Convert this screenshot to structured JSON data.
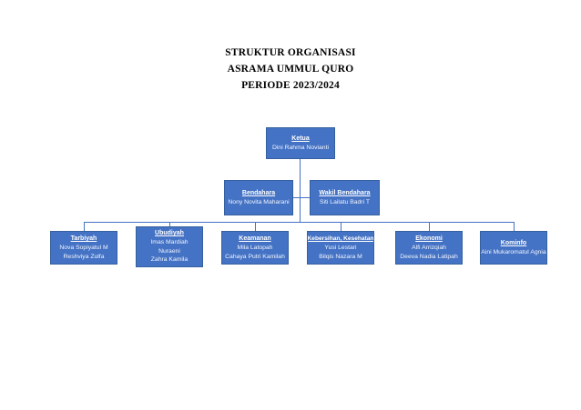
{
  "doc": {
    "title_lines": [
      "STRUKTUR ORGANISASI",
      "ASRAMA UMMUL QURO",
      "PERIODE 2023/2024"
    ]
  },
  "colors": {
    "box_fill": "#4472C4",
    "box_border": "#35609E",
    "box_text": "#FFFFFF",
    "connector": "#4472C4",
    "page_background": "#FFFFFF",
    "title_text": "#000000"
  },
  "org": {
    "ketua": {
      "title": "Ketua",
      "members": [
        "Dini Rahma Novianti"
      ]
    },
    "bendahara": {
      "title": "Bendahara",
      "members": [
        "Nony Novita Maharani"
      ]
    },
    "wakil_bendahara": {
      "title": "Wakil Bendahara",
      "members": [
        "Siti Lailatu Badri T"
      ]
    },
    "divisions": [
      {
        "title": "Tarbiyah",
        "members": [
          "Nova Sopiyatul M",
          "Reshviya Zulfa"
        ]
      },
      {
        "title": "Ubudiyah",
        "members": [
          "Imas Mardiah",
          "Nuraeni",
          "Zahra Kamila"
        ]
      },
      {
        "title": "Keamanan",
        "members": [
          "Mila Latopah",
          "Cahaya Putri Kamilah"
        ]
      },
      {
        "title": "Kebersihan, Kesehatan",
        "members": [
          "Yusi Lestari",
          "Bilqis Nazara M"
        ]
      },
      {
        "title": "Ekonomi",
        "members": [
          "Alfi Arrizqiah",
          "Deeva Nadia Latipah"
        ]
      },
      {
        "title": "Kominfo",
        "members": [
          "Aini Mukaromatul Agnia"
        ]
      }
    ]
  }
}
